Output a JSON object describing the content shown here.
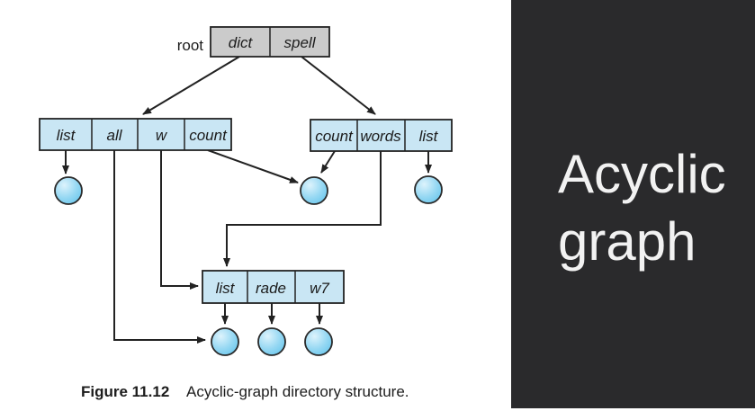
{
  "slide": {
    "heading_line1": "Acyclic",
    "heading_line2": "graph",
    "panel_bg": "#2a2a2c",
    "heading_color": "#f2f2f2"
  },
  "figure": {
    "caption_label": "Figure 11.12",
    "caption_text": "Acyclic-graph directory structure.",
    "root_label": "root",
    "nodes": {
      "root_dir": {
        "cells": [
          "dict",
          "spell"
        ]
      },
      "left_dir": {
        "cells": [
          "list",
          "all",
          "w",
          "count"
        ]
      },
      "right_dir": {
        "cells": [
          "count",
          "words",
          "list"
        ]
      },
      "bottom_dir": {
        "cells": [
          "list",
          "rade",
          "w7"
        ]
      }
    },
    "colors": {
      "root_fill": "#cbcbcb",
      "dir_fill": "#c9e6f4",
      "file_highlight": "#ddf3fc",
      "file_mid": "#96d8f3",
      "file_edge": "#66c5ec",
      "stroke": "#222222"
    }
  }
}
